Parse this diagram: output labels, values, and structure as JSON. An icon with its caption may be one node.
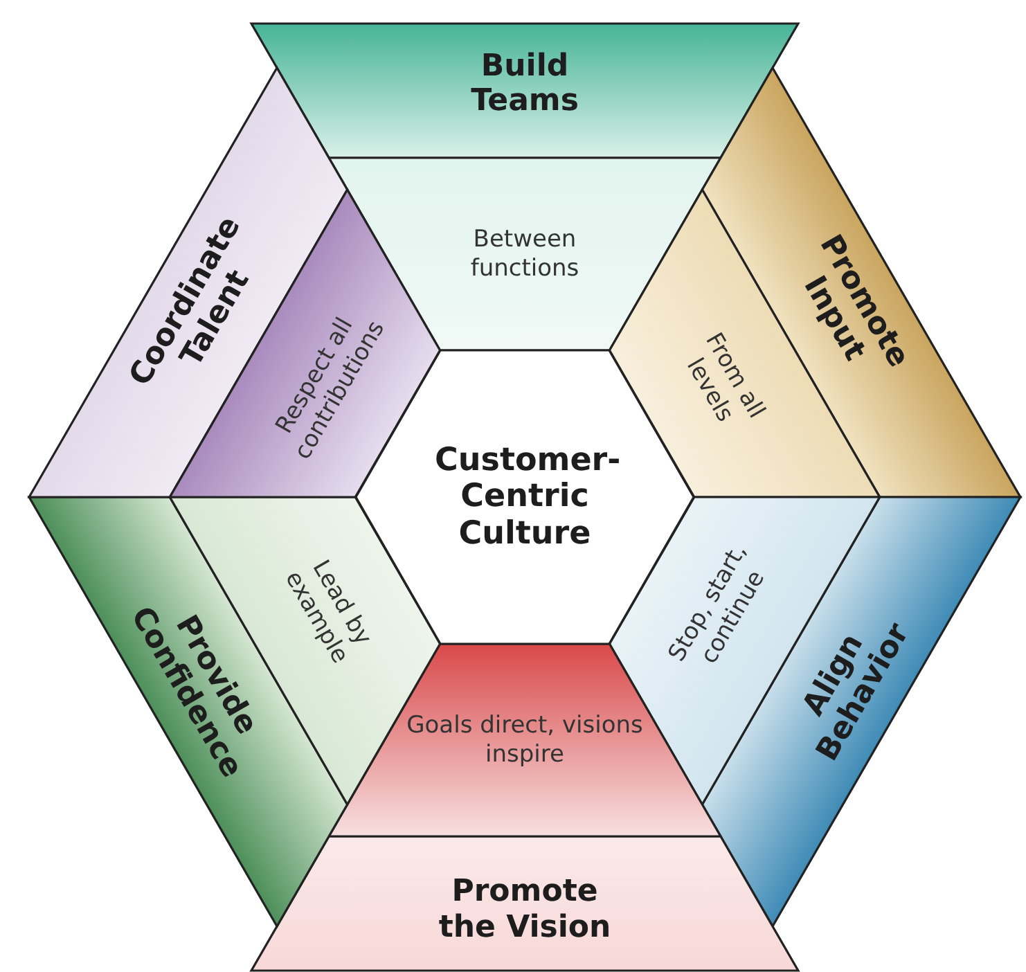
{
  "diagram": {
    "nodes": [
      {
        "text": [
          "Build Teams"
        ]
      },
      {
        "text": [
          "Between functions"
        ]
      },
      {
        "text": [
          "Coordinate Talent"
        ]
      },
      {
        "text": [
          "Respect all contributions"
        ]
      },
      {
        "text": [
          "Promote Input"
        ]
      },
      {
        "text": [
          "From all levels"
        ]
      },
      {
        "text": [
          "Customer-Centric Culture"
        ]
      },
      {
        "text": [
          "Provide Confidence"
        ]
      },
      {
        "text": [
          "Lead by example"
        ]
      },
      {
        "text": [
          "Stop, start, continue"
        ]
      },
      {
        "text": [
          "Align Behavior"
        ]
      },
      {
        "text": [
          "Goals direct, visions inspire"
        ]
      },
      {
        "text": [
          "Promote the Vision"
        ]
      }
    ]
  }
}
